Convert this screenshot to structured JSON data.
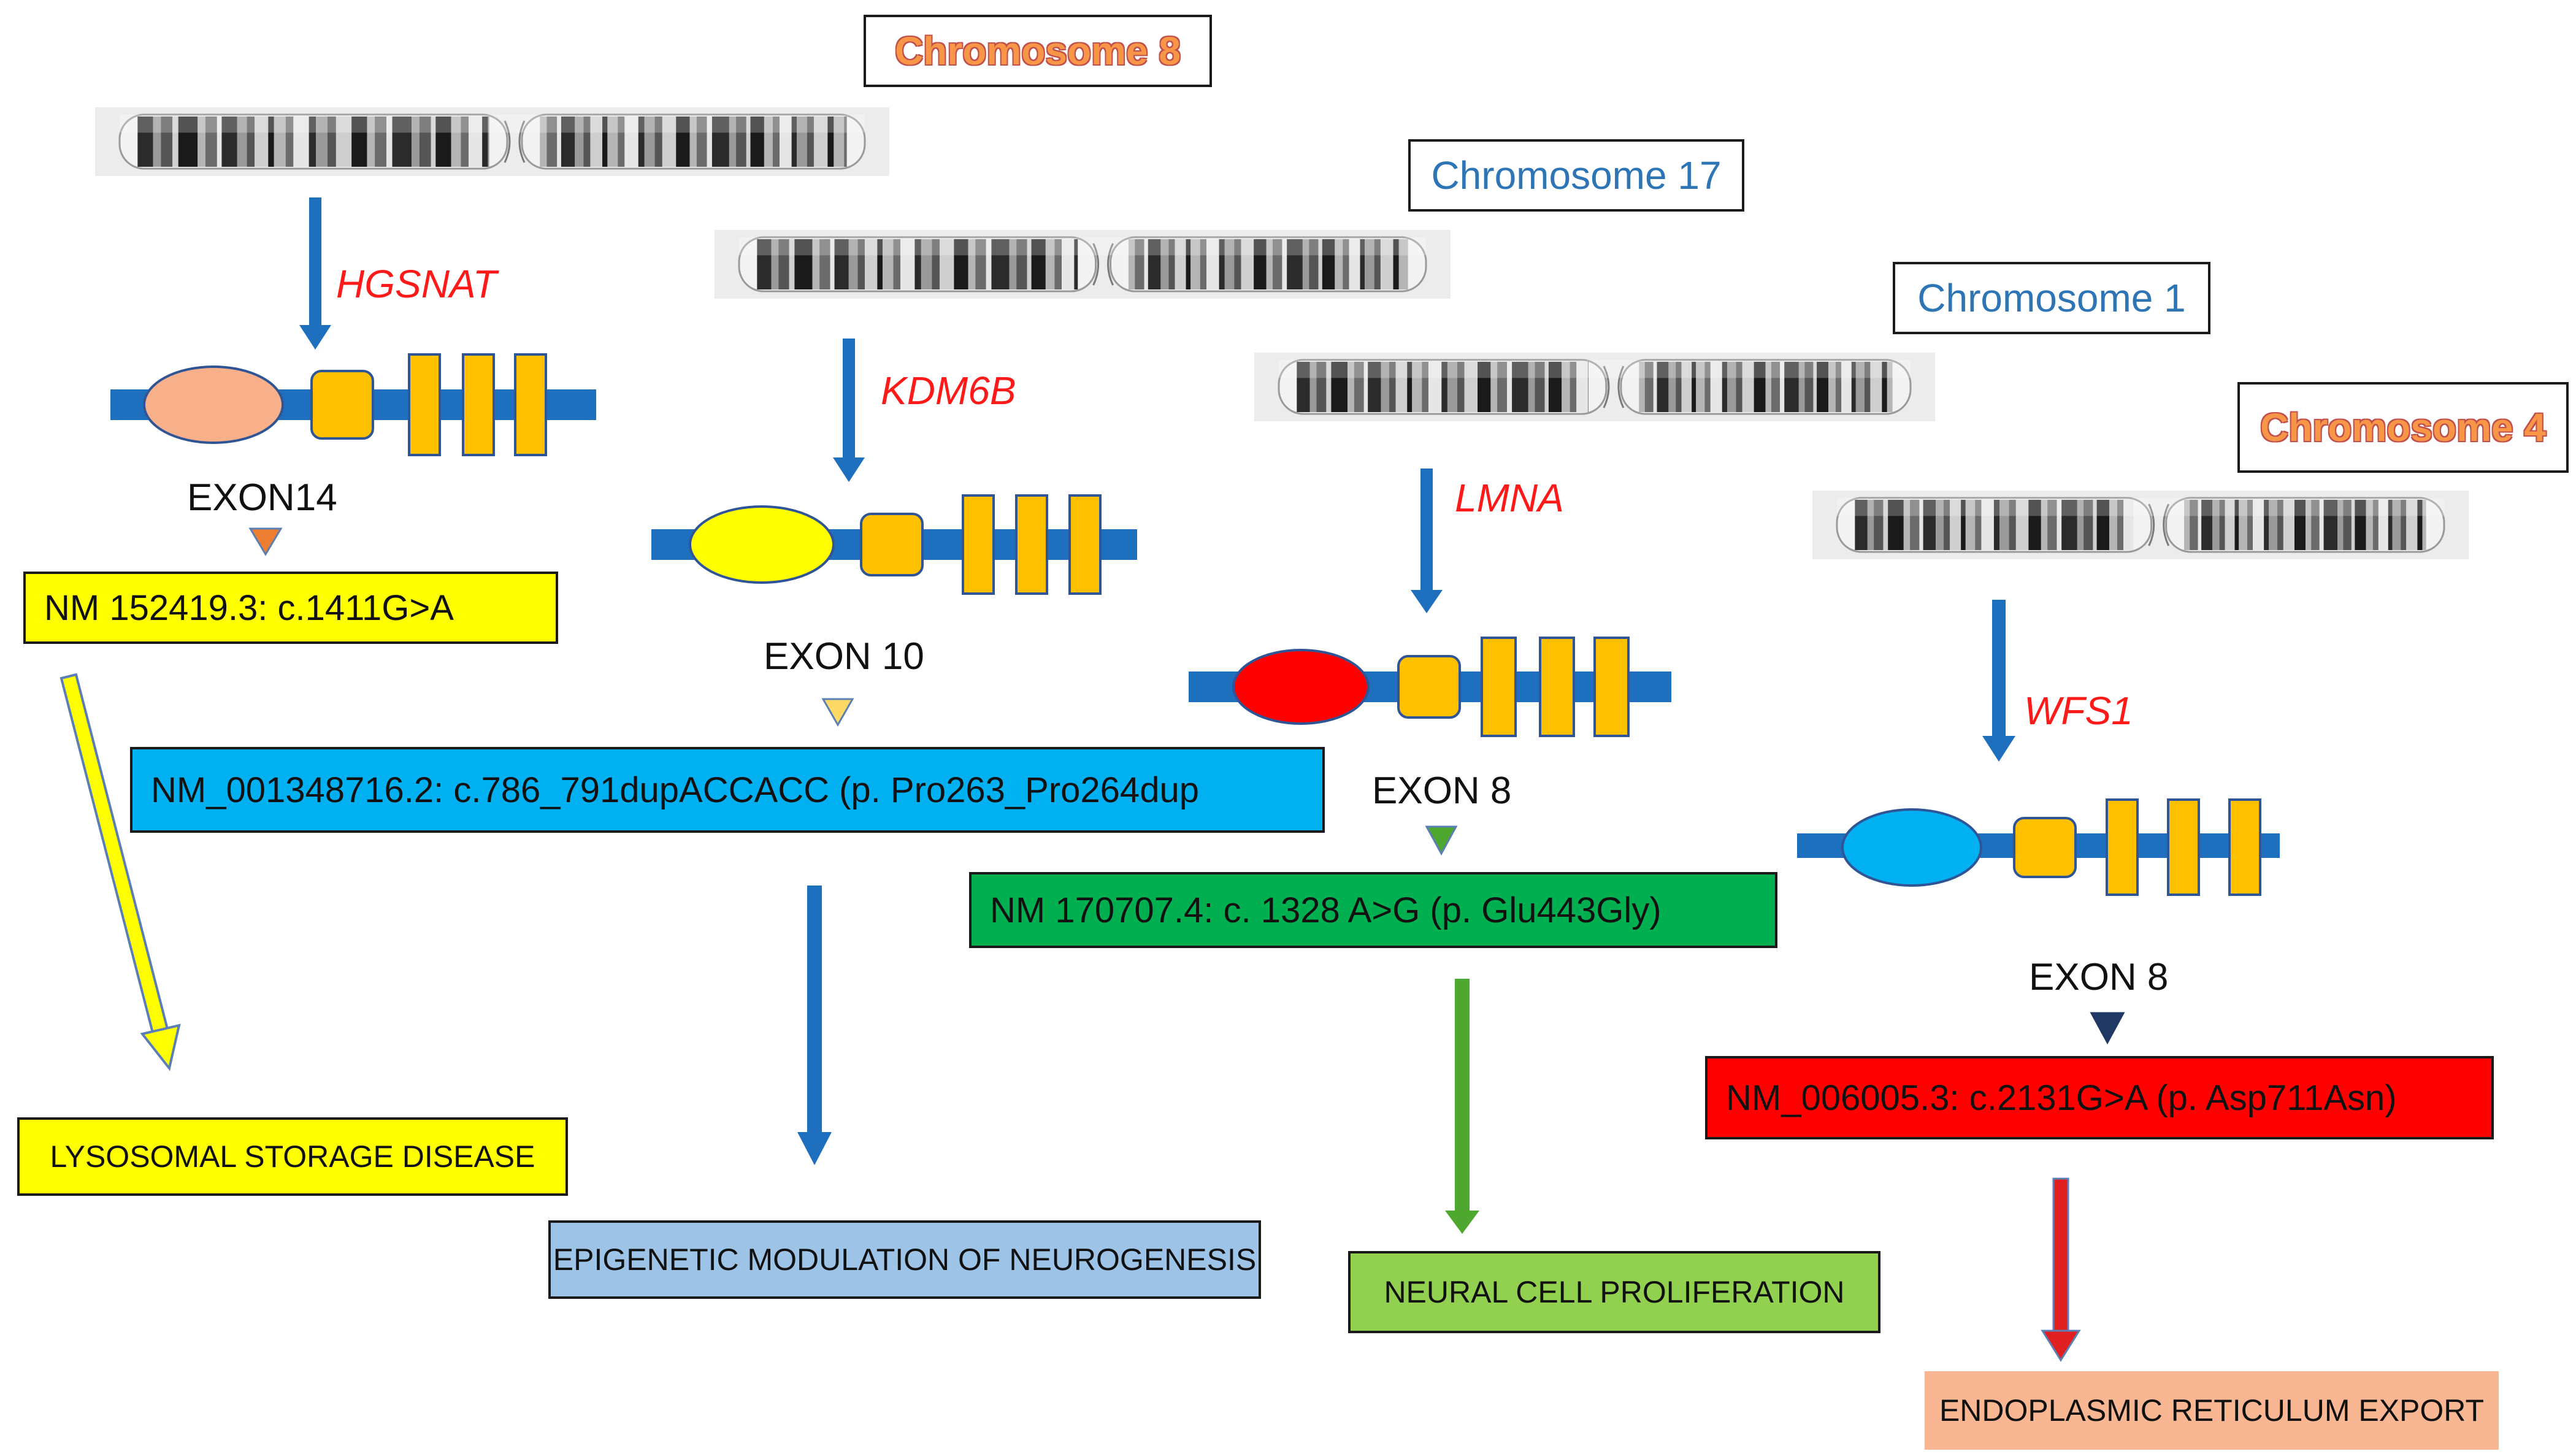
{
  "colors": {
    "yellow": "#ffff00",
    "blue_box": "#00b0f0",
    "green_box": "#00b050",
    "red_box": "#ff0000",
    "outcome_yellow": "#ffff00",
    "outcome_blue": "#9dc3e6",
    "outcome_green": "#92d050",
    "outcome_orange": "#f8b692",
    "gene_bar": "#1f6fbf",
    "exon_orange": "#ffc000",
    "arrow_blue": "#1f6fbf",
    "arrow_yellow": "#ffff00",
    "arrow_green": "#4ea72e",
    "arrow_red": "#e02020"
  },
  "columns": [
    {
      "chromosome": "Chromosome 8",
      "gene": "HGSNAT",
      "exon": "EXON14",
      "variant": "NM  152419.3: c.1411G>A",
      "outcome": "LYSOSOMAL STORAGE DISEASE",
      "domain_color": "#f8b08a"
    },
    {
      "chromosome": "Chromosome 17",
      "gene": "KDM6B",
      "exon": "EXON 10",
      "variant": "NM_001348716.2: c.786_791dupACCACC (p. Pro263_Pro264dup",
      "outcome": "EPIGENETIC MODULATION OF NEUROGENESIS",
      "domain_color": "#ffff00"
    },
    {
      "chromosome": "Chromosome 1",
      "gene": "LMNA",
      "exon": "EXON 8",
      "variant": "NM  170707.4: c. 1328 A>G (p. Glu443Gly)",
      "outcome": "NEURAL CELL PROLIFERATION",
      "domain_color": "#ff0000"
    },
    {
      "chromosome": "Chromosome 4",
      "gene": "WFS1",
      "exon": "EXON 8",
      "variant": "NM_006005.3: c.2131G>A (p. Asp711Asn)",
      "outcome": "ENDOPLASMIC RETICULUM EXPORT",
      "domain_color": "#00b0f0"
    }
  ]
}
